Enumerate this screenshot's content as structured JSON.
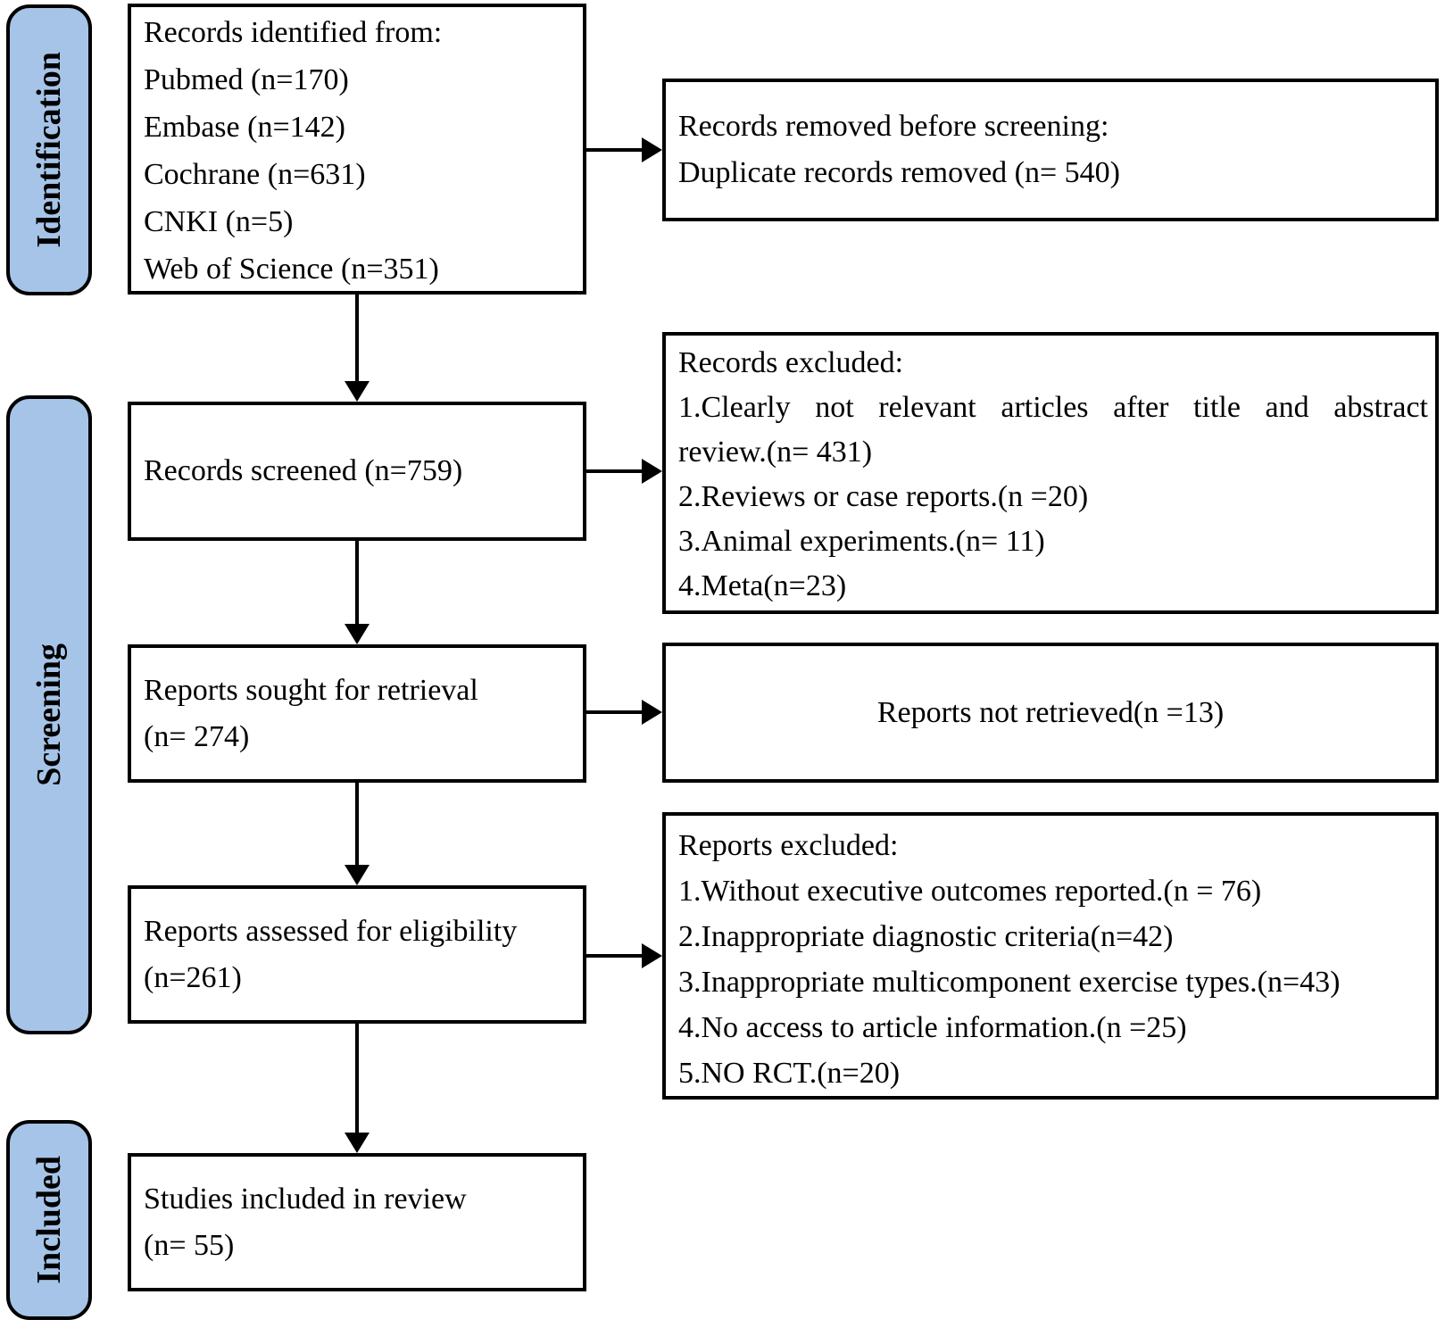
{
  "diagram": {
    "title": "PRISMA study selection flow diagram",
    "colors": {
      "stage_fill": "#a6c4e7",
      "border": "#000000",
      "background": "#ffffff"
    },
    "stages": [
      {
        "label": "Identification"
      },
      {
        "label": "Screening"
      },
      {
        "label": "Included"
      }
    ],
    "main_boxes": [
      {
        "lines": [
          "Records identified from:",
          "Pubmed (n=170)",
          "Embase (n=142)",
          "Cochrane (n=631)",
          "CNKI (n=5)",
          "Web of Science (n=351)"
        ]
      },
      {
        "lines": [
          "Records screened (n=759)"
        ]
      },
      {
        "lines": [
          "Reports sought for retrieval",
          "(n= 274)"
        ]
      },
      {
        "lines": [
          "Reports assessed for eligibility",
          "(n=261)"
        ]
      },
      {
        "lines": [
          "Studies included in review",
          "(n= 55)"
        ]
      }
    ],
    "side_boxes": [
      {
        "lines": [
          "Records removed before screening:",
          "Duplicate records removed (n= 540)"
        ]
      },
      {
        "lines": [
          "Records excluded:",
          "1.Clearly not relevant articles after title and abstract",
          "review.(n= 431)",
          "2.Reviews or case reports.(n =20)",
          "3.Animal experiments.(n= 11)",
          "4.Meta(n=23)"
        ]
      },
      {
        "lines": [
          "Reports not retrieved(n =13)"
        ]
      },
      {
        "lines": [
          "Reports excluded:",
          "1.Without executive outcomes reported.(n = 76)",
          "2.Inappropriate diagnostic criteria(n=42)",
          "3.Inappropriate multicomponent exercise types.(n=43)",
          "4.No access to article information.(n =25)",
          "5.NO RCT.(n=20)"
        ]
      }
    ]
  }
}
